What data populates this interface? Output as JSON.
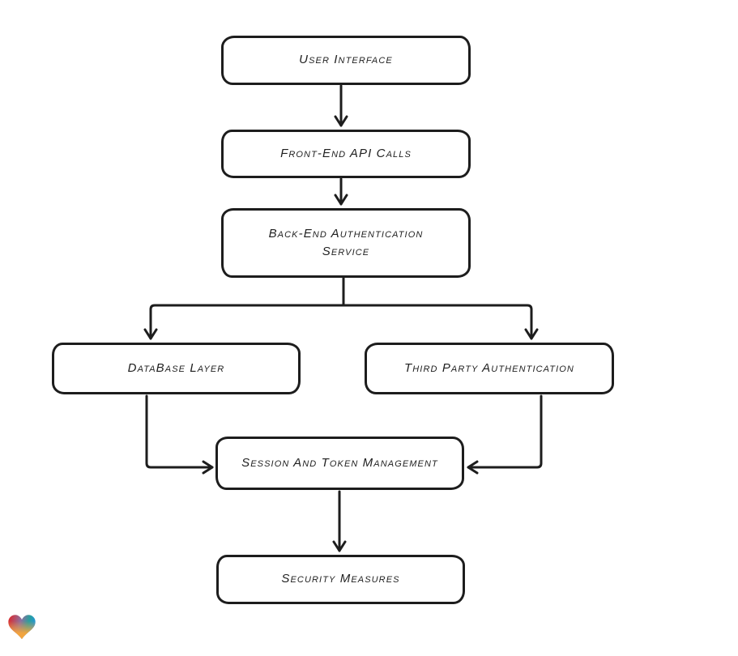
{
  "canvas": {
    "background": "#ffffff",
    "stroke_color": "#1d1d1d",
    "text_color": "#1f1f1f"
  },
  "diagram": {
    "nodes": [
      {
        "id": "user-interface",
        "label": "User Interface"
      },
      {
        "id": "front-end-api-calls",
        "label": "Front-End API Calls"
      },
      {
        "id": "back-end-authentication-service",
        "label": "Back-End Authentication Service"
      },
      {
        "id": "database-layer",
        "label": "DataBase Layer"
      },
      {
        "id": "third-party-authentication",
        "label": "Third Party Authentication"
      },
      {
        "id": "session-and-token-management",
        "label": "Session And Token Management"
      },
      {
        "id": "security-measures",
        "label": "Security Measures"
      }
    ],
    "edges": [
      {
        "from": "user-interface",
        "to": "front-end-api-calls"
      },
      {
        "from": "front-end-api-calls",
        "to": "back-end-authentication-service"
      },
      {
        "from": "back-end-authentication-service",
        "to": "database-layer"
      },
      {
        "from": "back-end-authentication-service",
        "to": "third-party-authentication"
      },
      {
        "from": "database-layer",
        "to": "session-and-token-management"
      },
      {
        "from": "third-party-authentication",
        "to": "session-and-token-management"
      },
      {
        "from": "session-and-token-management",
        "to": "security-measures"
      }
    ]
  },
  "logo": {
    "name": "eraser-heart-logo",
    "colors": {
      "top_left": "#e22424",
      "top_right": "#2397d3",
      "bottom": "#f7a53b"
    }
  }
}
